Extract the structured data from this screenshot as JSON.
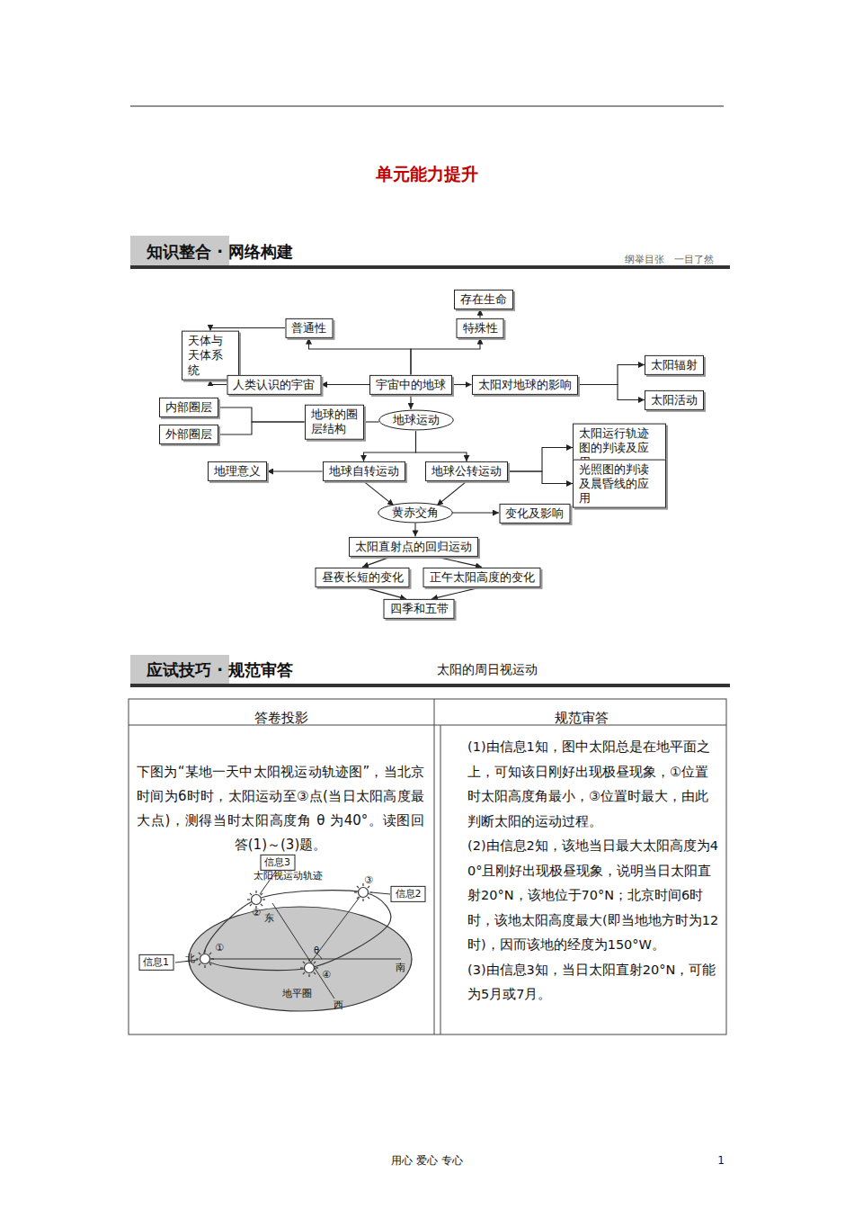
{
  "diagram": {
    "title": "单元能力提升",
    "nodes": [
      {
        "text": [
          "存在生命"
        ]
      },
      {
        "text": [
          "普通性"
        ]
      },
      {
        "text": [
          "特殊性"
        ]
      },
      {
        "text": [
          "天体与天体系统"
        ]
      },
      {
        "text": [
          "人类认识的宇宙"
        ]
      },
      {
        "text": [
          "宇宙中的地球"
        ]
      },
      {
        "text": [
          "太阳对地球的影响"
        ]
      },
      {
        "text": [
          "太阳辐射"
        ]
      },
      {
        "text": [
          "太阳活动"
        ]
      },
      {
        "text": [
          "内部圈层"
        ]
      },
      {
        "text": [
          "外部圈层"
        ]
      },
      {
        "text": [
          "地球的圈层结构"
        ]
      },
      {
        "text": [
          "地球运动"
        ]
      },
      {
        "text": [
          "太阳运行轨迹图的判读及应用"
        ]
      },
      {
        "text": [
          "光照图的判读及晨昏线的应用"
        ]
      },
      {
        "text": [
          "地理意义"
        ]
      },
      {
        "text": [
          "地球自转运动"
        ]
      },
      {
        "text": [
          "地球公转运动"
        ]
      },
      {
        "text": [
          "黄赤交角"
        ]
      },
      {
        "text": [
          "变化及影响"
        ]
      },
      {
        "text": [
          "太阳直射点的回归运动"
        ]
      },
      {
        "text": [
          "昼夜长短的变化"
        ]
      },
      {
        "text": [
          "正午太阳高度的变化"
        ]
      },
      {
        "text": [
          "四季和五带"
        ]
      },
      {
        "text": [
          "信息3"
        ]
      },
      {
        "text": [
          "信息2"
        ]
      },
      {
        "text": [
          "信息1"
        ]
      }
    ],
    "edges": [
      {
        "from": 5,
        "to": 1,
        "arrow": "to"
      },
      {
        "from": 5,
        "to": 2,
        "arrow": "to"
      },
      {
        "from": 2,
        "to": 0,
        "arrow": "to"
      },
      {
        "from": 1,
        "to": 3,
        "arrow": "to"
      },
      {
        "from": 5,
        "to": 4,
        "arrow": "to"
      },
      {
        "from": 4,
        "to": 3,
        "arrow": "to"
      },
      {
        "from": 5,
        "to": 6,
        "arrow": "to"
      },
      {
        "from": 6,
        "to": 7,
        "arrow": "to"
      },
      {
        "from": 6,
        "to": 8,
        "arrow": "to"
      },
      {
        "from": 5,
        "to": 12,
        "arrow": "to"
      },
      {
        "from": 11,
        "to": 12,
        "arrow": "none"
      },
      {
        "from": 11,
        "to": 9,
        "arrow": "none"
      },
      {
        "from": 11,
        "to": 10,
        "arrow": "none"
      },
      {
        "from": 12,
        "to": 16,
        "arrow": "to"
      },
      {
        "from": 12,
        "to": 17,
        "arrow": "to"
      },
      {
        "from": 16,
        "to": 15,
        "arrow": "to"
      },
      {
        "from": 17,
        "to": 13,
        "arrow": "to"
      },
      {
        "from": 17,
        "to": 14,
        "arrow": "to"
      },
      {
        "from": 16,
        "to": 18,
        "arrow": "to"
      },
      {
        "from": 17,
        "to": 18,
        "arrow": "to"
      },
      {
        "from": 18,
        "to": 19,
        "arrow": "to"
      },
      {
        "from": 18,
        "to": 20,
        "arrow": "to"
      },
      {
        "from": 20,
        "to": 21,
        "arrow": "to"
      },
      {
        "from": 20,
        "to": 22,
        "arrow": "to"
      },
      {
        "from": 21,
        "to": 23,
        "arrow": "to"
      },
      {
        "from": 22,
        "to": 23,
        "arrow": "to"
      }
    ],
    "labels": [
      "知识整合 · 网络构建",
      "纲举目张　一目了然",
      "应试技巧 · 规范审答",
      "太阳的周日视运动",
      "答卷投影",
      "规范审答",
      "下图为“某地一天中太阳视运动轨迹图”，当北京时间为6时时，太阳运动至③点(当日太阳高度最大点)，测得当时太阳高度角 θ 为40°。读图回答(1)～(3)题。",
      "太阳视运动轨迹",
      "②",
      "③",
      "东",
      "北",
      "①",
      "θ",
      "南",
      "④",
      "地平圈",
      "西",
      "(1)由信息1知，图中太阳总是在地平面之上，可知该日刚好出现极昼现象，①位置时太阳高度角最小，③位置时最大，由此判断太阳的运动过程。",
      "(2)由信息2知，该地当日最大太阳高度为40°且刚好出现极昼现象，说明当日太阳直射20°N，该地位于70°N；北京时间6时时，该地太阳高度最大(即当地地方时为12时)，因而该地的经度为150°W。",
      "(3)由信息3知，当日太阳直射20°N，可能为5月或7月。",
      "用心 爱心 专心",
      "1"
    ]
  }
}
